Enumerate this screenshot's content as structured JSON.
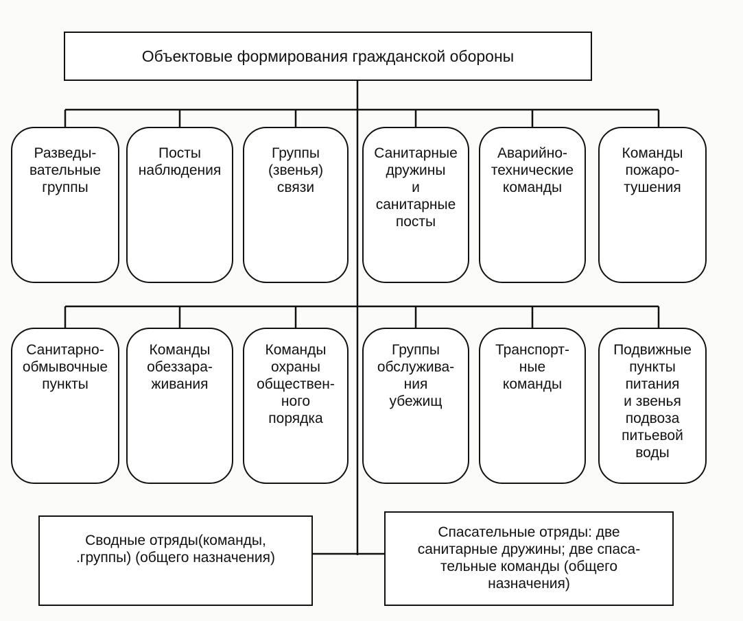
{
  "title": "Объектовые формирования гражданской обороны",
  "row1": [
    "Разведы-\nвательные\nгруппы",
    "Посты\nнаблюдения",
    "Группы\n(звенья)\nсвязи",
    "Санитарные\nдружины\nи\nсанитарные\nпосты",
    "Аварийно-\nтехнические\nкоманды",
    "Команды\nпожаро-\nтушения"
  ],
  "row2": [
    "Санитарно-\nобмывочные\nпункты",
    "Команды\nобеззара-\nживания",
    "Команды\nохраны\nобществен-\nного\nпорядка",
    "Группы\nобслужива-\nния\nубежищ",
    "Транспорт-\nные\nкоманды",
    "Подвижные\nпункты\nпитания\nи звенья\nподвоза\nпитьевой\nводы"
  ],
  "bottom": {
    "left": "Сводные отряды(команды,\n.группы) (общего назначения)",
    "right": "Спасательные отряды: две\nсанитарные дружины; две спаса-\nтельные команды (общего\nназначения)"
  }
}
